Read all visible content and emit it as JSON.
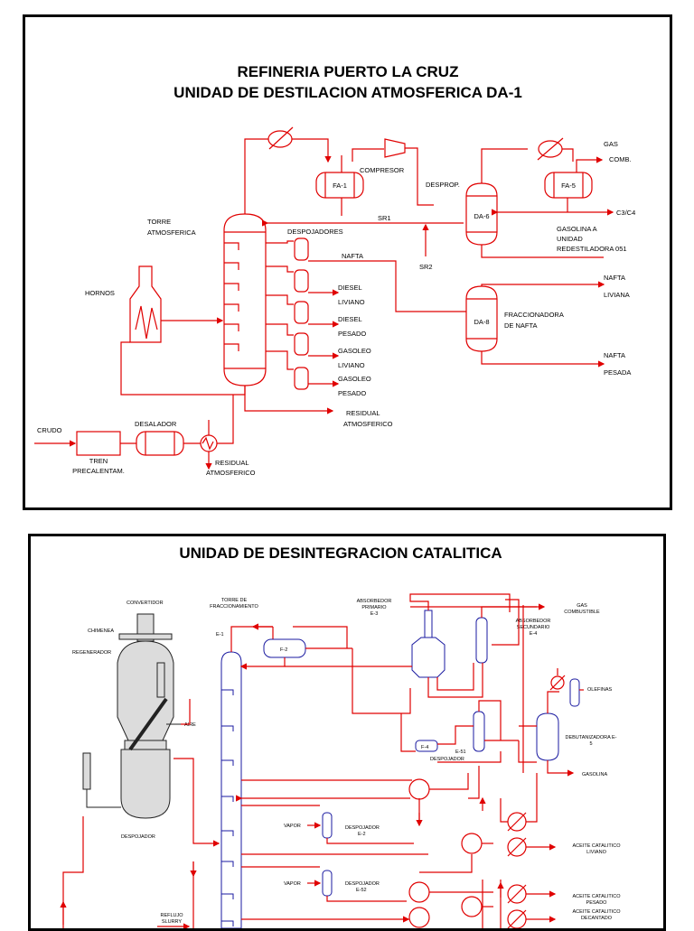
{
  "panel1": {
    "title_line1": "REFINERIA PUERTO LA CRUZ",
    "title_line2": "UNIDAD DE DESTILACION ATMOSFERICA DA-1",
    "labels": {
      "fa1": "FA-1",
      "compresor": "COMPRESOR",
      "desprop": "DESPROP.",
      "gas": "GAS",
      "comb": "COMB.",
      "fa5": "FA-5",
      "c3c4": "C3/C4",
      "torre": "TORRE",
      "atmosferica": "ATMOSFERICA",
      "despojadores": "DESPOJADORES",
      "sr1": "SR1",
      "da6": "DA-6",
      "gasolina_a": "GASOLINA  A",
      "unidad": "UNIDAD",
      "redestiladora": "REDESTILADORA 051",
      "sr2": "SR2",
      "nafta": "NAFTA",
      "hornos": "HORNOS",
      "nafta_top": "NAFTA",
      "liviana": "LIVIANA",
      "diesel1": "DIESEL",
      "liviano1": "LIVIANO",
      "da8": "DA-8",
      "fraccionadora": "FRACCIONADORA",
      "de_nafta": "DE NAFTA",
      "diesel2": "DIESEL",
      "pesado1": "PESADO",
      "gasoleo1": "GASOLEO",
      "liviano2": "LIVIANO",
      "nafta_bot": "NAFTA",
      "pesada": "PESADA",
      "gasoleo2": "GASOLEO",
      "pesado2": "PESADO",
      "residual1": "RESIDUAL",
      "atmosferico1": "ATMOSFERICO",
      "crudo": "CRUDO",
      "desalador": "DESALADOR",
      "tren": "TREN",
      "precalentam": "PRECALENTAM.",
      "residual2": "RESIDUAL",
      "atmosferico2": "ATMOSFERICO"
    }
  },
  "panel2": {
    "title": "UNIDAD DE DESINTEGRACION CATALITICA",
    "labels": {
      "convertidor": "CONVERTIDOR",
      "torre_de": "TORRE DE",
      "fraccionamiento": "FRACCIONAMIENTO",
      "absorbedor": "ABSORBEDOR",
      "primario": "PRIMARIO",
      "e3": "E-3",
      "gas": "GAS",
      "combustible": "COMBUSTIBLE",
      "chimenea": "CHIMENEA",
      "e1": "E-1",
      "absorbedor2": "ABSORBEDOR",
      "secundario": "SECUNDARIO",
      "e4": "E-4",
      "regenerador": "REGENERADOR",
      "f2": "F-2",
      "olefinas": "OLEFINAS",
      "aire": "AIRE",
      "debutanizadora": "DEBUTANIZADORA E-",
      "deb_5": "5",
      "f4": "F-4",
      "e51": "E-51",
      "despojador_e51": "DESPOJADOR",
      "gasolina": "GASOLINA",
      "despojador": "DESPOJADOR",
      "vapor1": "VAPOR",
      "despojador_e2": "DESPOJADOR",
      "e2": "E-2",
      "aceite1": "ACEITE CATALITICO",
      "liviano": "LIVIANO",
      "vapor2": "VAPOR",
      "despojador_e52": "DESPOJADOR",
      "e52": "E-52",
      "reflujo": "REFLUJO",
      "slurry": "SLURRY",
      "aceite2": "ACEITE CATALITICO",
      "pesado": "PESADO",
      "aceite3": "ACEITE CATALITICO",
      "decantado": "DECANTADO"
    }
  },
  "colors": {
    "line": "#e00000",
    "vessel_blue": "#1a1aa0",
    "frame": "#000000"
  }
}
